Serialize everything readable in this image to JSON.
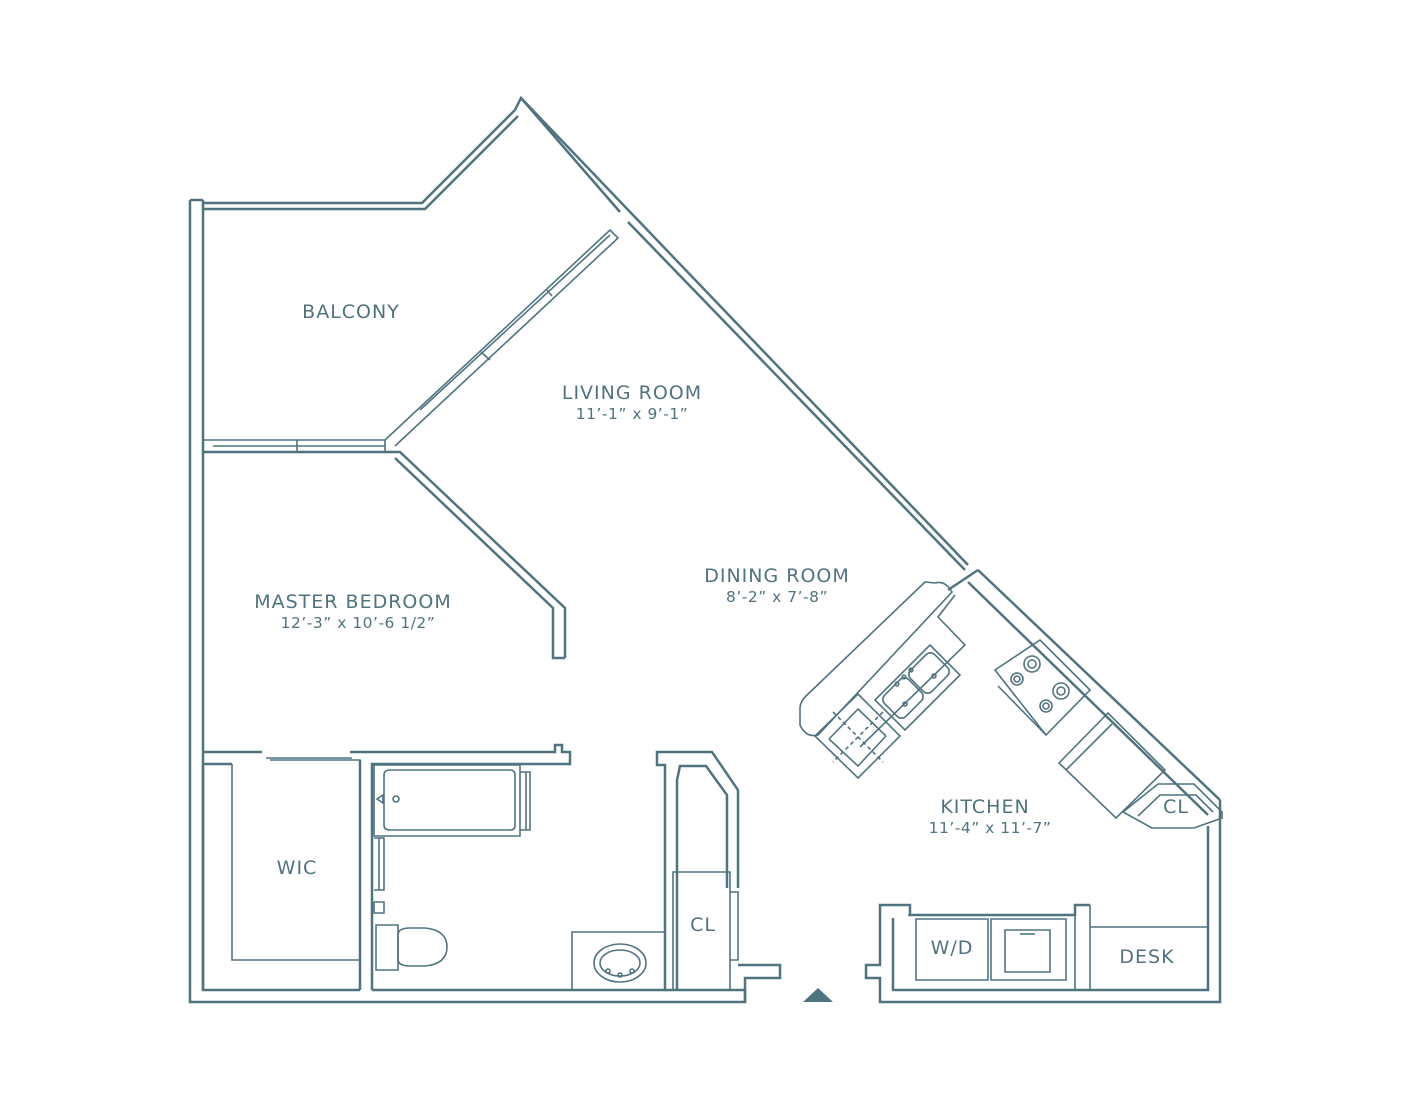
{
  "colors": {
    "line": "#4f7480",
    "background": "#ffffff"
  },
  "rooms": {
    "balcony": {
      "name": "BALCONY"
    },
    "living_room": {
      "name": "LIVING ROOM",
      "dims": "11’-1” x 9’-1”"
    },
    "dining_room": {
      "name": "DINING ROOM",
      "dims": "8’-2” x 7’-8”"
    },
    "master_bedroom": {
      "name": "MASTER BEDROOM",
      "dims": "12’-3” x 10’-6 1/2”"
    },
    "kitchen": {
      "name": "KITCHEN",
      "dims": "11’-4” x 11’-7”"
    },
    "wic": {
      "name": "WIC"
    },
    "closet_bath": {
      "name": "CL"
    },
    "closet_kitchen": {
      "name": "CL"
    },
    "laundry": {
      "name": "W/D"
    },
    "desk": {
      "name": "DESK"
    }
  },
  "entry_marker": "entry-arrow-icon"
}
